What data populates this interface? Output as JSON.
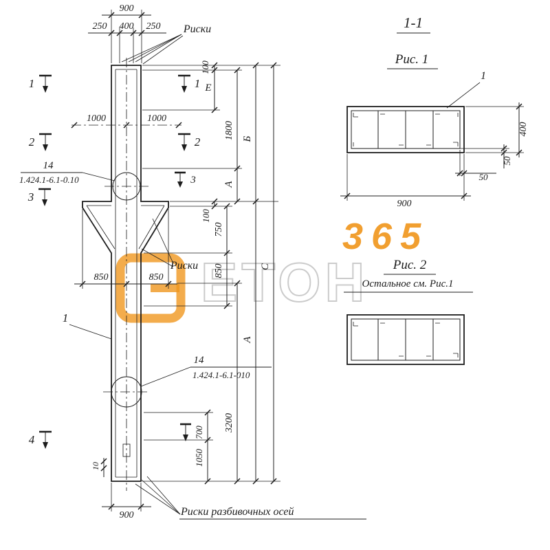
{
  "colors": {
    "ink": "#1c1c1c",
    "watermark_orange": "#f0971f",
    "watermark_gray": "#c2c2c2"
  },
  "watermark": {
    "digits": "365",
    "letters": "ЕТОН"
  },
  "figures": {
    "section_title": "1-1",
    "fig1_caption": "Рис. 1",
    "fig1_pos": "1",
    "fig1_dim_height": "400",
    "fig1_dim_cover_a": "50",
    "fig1_dim_cover_b": "50",
    "fig1_dim_width": "900",
    "fig2_caption": "Рис. 2",
    "fig2_note": "Остальное см. Рис.1"
  },
  "elevation": {
    "dim_top_total": "900",
    "dim_top_left": "250",
    "dim_top_mid": "400",
    "dim_top_right": "250",
    "riski_top": "Риски",
    "riski_mid": "Риски",
    "riski_bottom": "Риски разбивочных осей",
    "marker_1": "1",
    "marker_2": "2",
    "marker_3": "3",
    "marker_4": "4",
    "dim_1000_left": "1000",
    "dim_1000_right": "1000",
    "dim_850_left": "850",
    "dim_850_right": "850",
    "callout_top_num": "14",
    "callout_top_code": "1.424.1-6.1-0.10",
    "callout_bottom_num": "14",
    "callout_bottom_code": "1.424.1-6.1-010",
    "pos_label": "1",
    "dim_10": "10",
    "dim_bottom_total": "900",
    "right_dims": [
      "100",
      "E",
      "1800",
      "Б",
      "А",
      "100",
      "750",
      "850",
      "C",
      "А",
      "3200",
      "700",
      "1050"
    ]
  }
}
